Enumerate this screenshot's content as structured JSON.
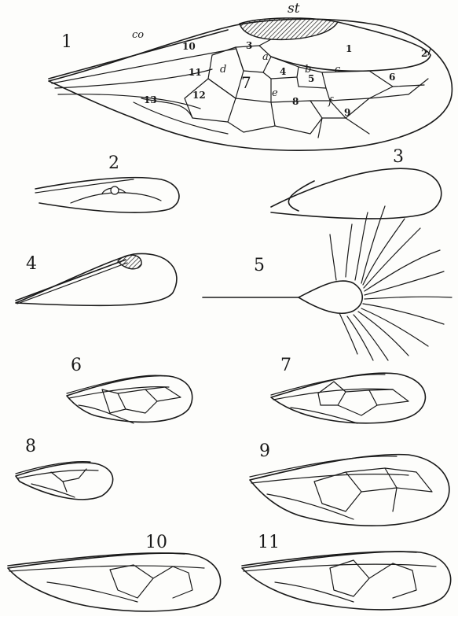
{
  "figure": {
    "figure_labels": [
      "1",
      "2",
      "3",
      "4",
      "5",
      "6",
      "7",
      "8",
      "9",
      "10",
      "11"
    ],
    "wing1_labels": {
      "stigma": "st",
      "costa": "co",
      "cells": [
        "1",
        "2",
        "3",
        "4",
        "5",
        "6",
        "7",
        "8",
        "9",
        "10",
        "11",
        "12",
        "13"
      ],
      "veins": [
        "a",
        "b",
        "c",
        "d",
        "e",
        "f"
      ]
    }
  }
}
